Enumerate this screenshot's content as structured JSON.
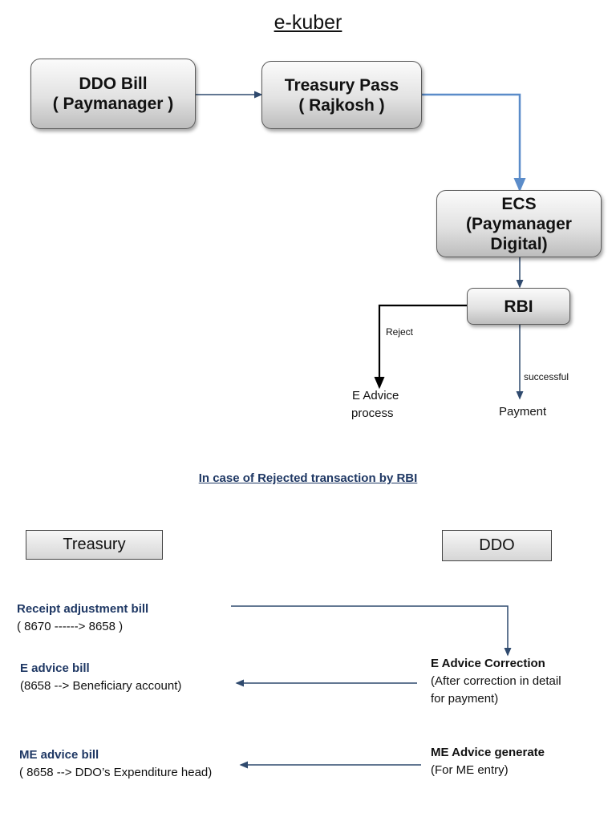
{
  "title": "e-kuber",
  "flow": {
    "ddo_bill": {
      "line1": "DDO Bill",
      "line2": "( Paymanager )"
    },
    "treasury_pass": {
      "line1": "Treasury Pass",
      "line2": "( Rajkosh )"
    },
    "ecs": {
      "line1": "ECS",
      "line2": "(Paymanager",
      "line3": "Digital)"
    },
    "rbi": "RBI",
    "reject_label": "Reject",
    "successful_label": "successful",
    "e_advice_process": {
      "line1": "E Advice",
      "line2": "process"
    },
    "payment": "Payment"
  },
  "rejected_section": {
    "heading": "In case of Rejected transaction by RBI",
    "treasury_header": "Treasury",
    "ddo_header": "DDO",
    "receipt_adjustment": {
      "title": "Receipt adjustment bill",
      "detail": "( 8670 ------> 8658 )"
    },
    "e_advice_bill": {
      "title": "E advice bill",
      "detail": "(8658 --> Beneficiary account)"
    },
    "me_advice_bill": {
      "title": "ME advice bill",
      "detail": "( 8658 --> DDO’s Expenditure head)"
    },
    "e_advice_correction": {
      "title": "E Advice Correction",
      "detail1": "(After correction in detail",
      "detail2": "for payment)"
    },
    "me_advice_generate": {
      "title": "ME Advice generate",
      "detail": "(For ME entry)"
    }
  },
  "colors": {
    "navy_text": "#1f3864",
    "connector": "#2f4a6e",
    "connector_light": "#5b8cc9",
    "reject_line": "#000000"
  }
}
